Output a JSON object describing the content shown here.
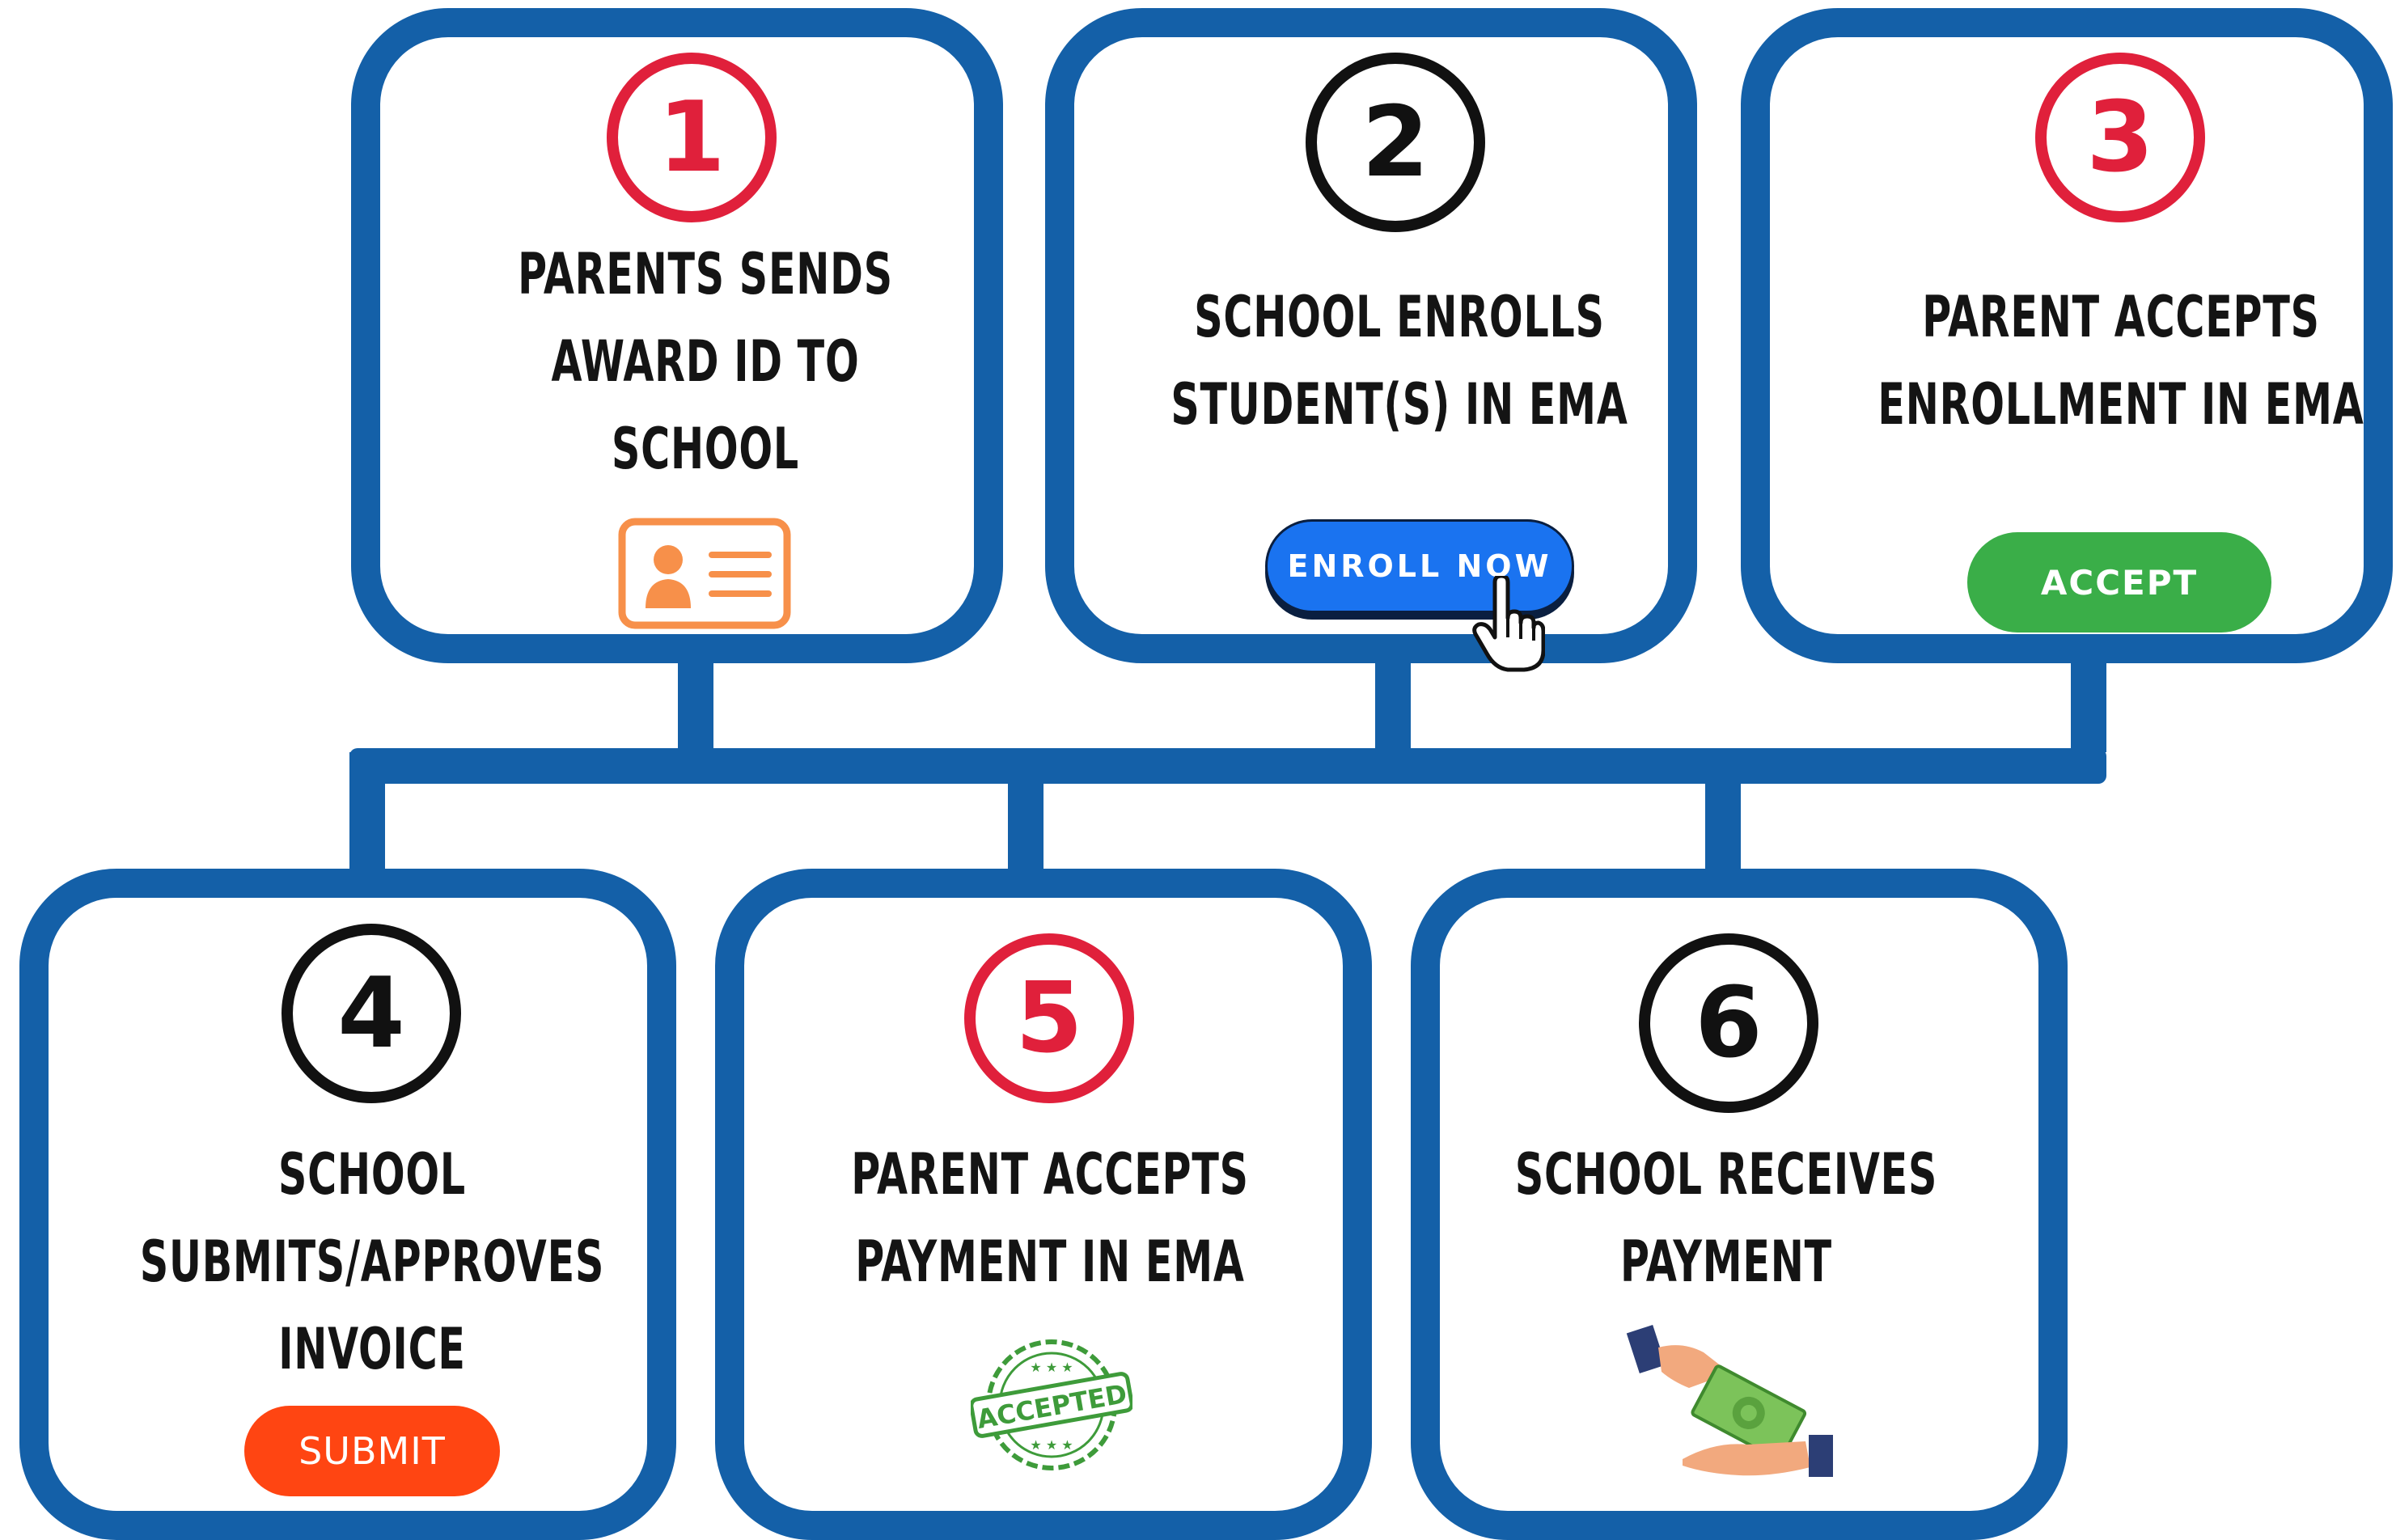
{
  "steps": [
    {
      "number": "1",
      "lines": [
        "PARENTS SENDS",
        "AWARD ID TO",
        "SCHOOL"
      ],
      "icon": "id-card-icon"
    },
    {
      "number": "2",
      "lines": [
        "SCHOOL ENROLLS",
        "STUDENT(S) IN EMA"
      ],
      "button": "ENROLL NOW",
      "icon": "hand-pointer-icon"
    },
    {
      "number": "3",
      "lines": [
        "PARENT ACCEPTS",
        "ENROLLMENT IN EMA"
      ],
      "button": "ACCEPT"
    },
    {
      "number": "4",
      "lines": [
        "SCHOOL",
        "SUBMITS/APPROVES",
        "INVOICE"
      ],
      "button": "SUBMIT"
    },
    {
      "number": "5",
      "lines": [
        "PARENT ACCEPTS",
        "PAYMENT IN EMA"
      ],
      "stamp": "ACCEPTED",
      "icon": "accepted-stamp-icon"
    },
    {
      "number": "6",
      "lines": [
        "SCHOOL RECEIVES",
        "PAYMENT"
      ],
      "icon": "money-handover-icon"
    }
  ],
  "colors": {
    "frame": "#1460a8",
    "red_badge": "#e0203b",
    "black_badge": "#111111",
    "enroll_button": "#1a73f0",
    "accept_button": "#3aae48",
    "submit_button": "#ff4512",
    "id_card": "#f7904a",
    "stamp": "#3e9b3a",
    "money": "#7cc35a"
  }
}
